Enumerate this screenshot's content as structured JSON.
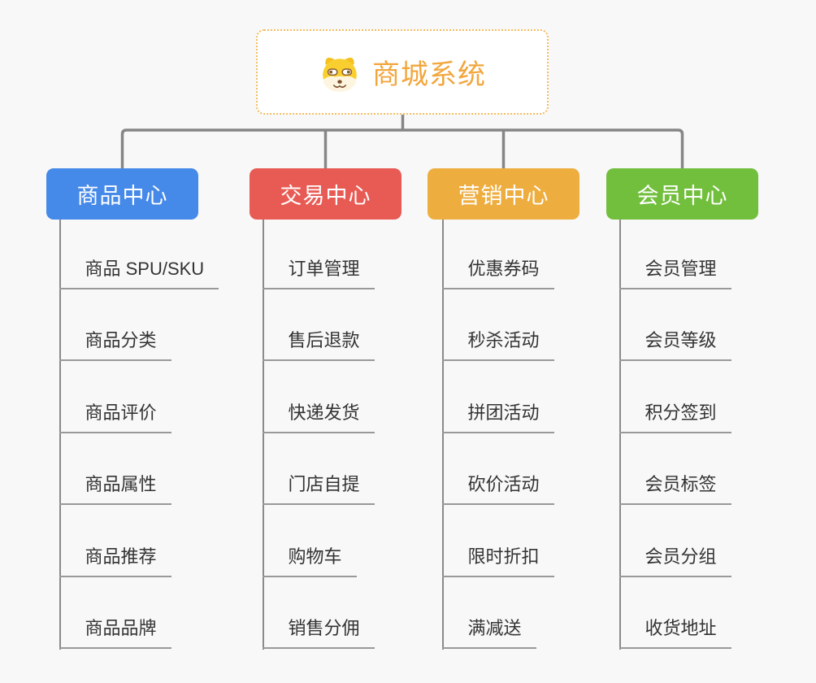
{
  "root": {
    "title": "商城系统",
    "icon": "doge-icon",
    "accent_color": "#f2a63d",
    "border_color": "#f2bc5e"
  },
  "colors": {
    "background": "#f8f8f8",
    "connector": "#868686",
    "child_underline": "#999999",
    "child_text": "#333333"
  },
  "branches": [
    {
      "label": "商品中心",
      "color": "#4589e9",
      "items": [
        "商品 SPU/SKU",
        "商品分类",
        "商品评价",
        "商品属性",
        "商品推荐",
        "商品品牌"
      ]
    },
    {
      "label": "交易中心",
      "color": "#e85b54",
      "items": [
        "订单管理",
        "售后退款",
        "快递发货",
        "门店自提",
        "购物车",
        "销售分佣"
      ]
    },
    {
      "label": "营销中心",
      "color": "#eead3f",
      "items": [
        "优惠券码",
        "秒杀活动",
        "拼团活动",
        "砍价活动",
        "限时折扣",
        "满减送"
      ]
    },
    {
      "label": "会员中心",
      "color": "#72bf3d",
      "items": [
        "会员管理",
        "会员等级",
        "积分签到",
        "会员标签",
        "会员分组",
        "收货地址"
      ]
    }
  ]
}
